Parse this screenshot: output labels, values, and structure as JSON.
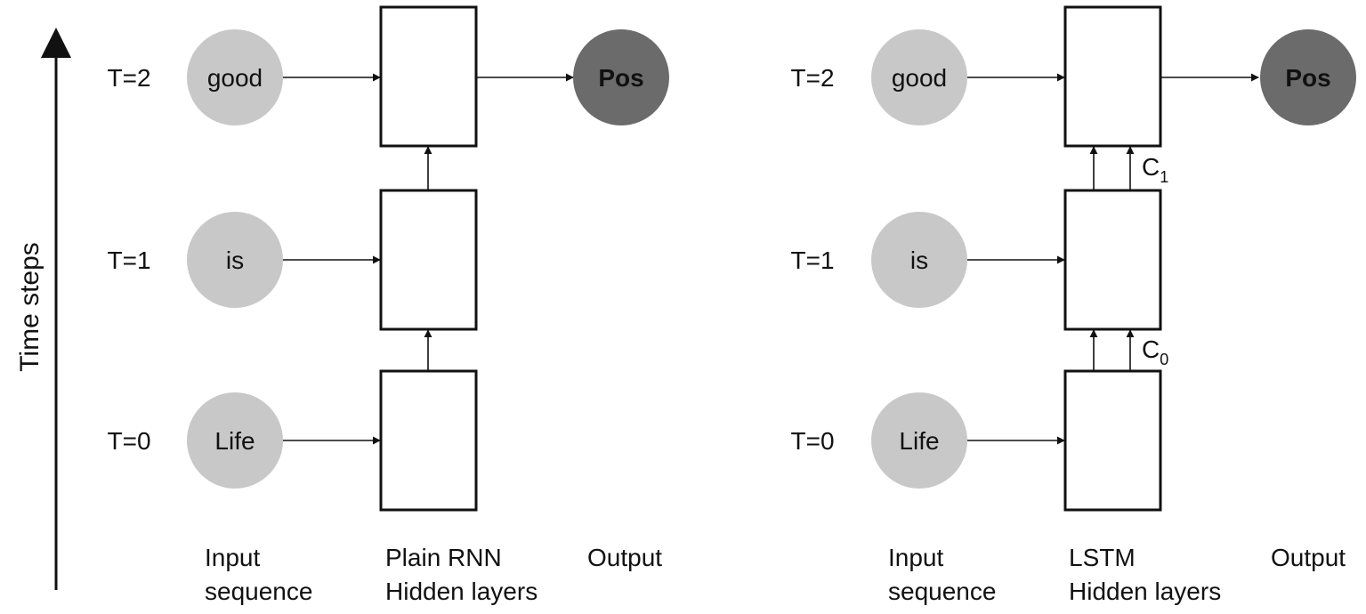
{
  "axis": {
    "title": "Time steps"
  },
  "time_labels": [
    "T=2",
    "T=1",
    "T=0"
  ],
  "panels": [
    {
      "id": "rnn",
      "inputs": [
        "good",
        "is",
        "Life"
      ],
      "output": "Pos",
      "captions": {
        "input": [
          "Input",
          "sequence"
        ],
        "hidden": [
          "Plain RNN",
          "Hidden layers"
        ],
        "output": [
          "Output"
        ]
      }
    },
    {
      "id": "lstm",
      "inputs": [
        "good",
        "is",
        "Life"
      ],
      "output": "Pos",
      "cell_states": [
        {
          "letter": "C",
          "sub": "1"
        },
        {
          "letter": "C",
          "sub": "0"
        }
      ],
      "captions": {
        "input": [
          "Input",
          "sequence"
        ],
        "hidden": [
          "LSTM",
          "Hidden layers"
        ],
        "output": [
          "Output"
        ]
      }
    }
  ],
  "colors": {
    "input_node": "#c8c8c8",
    "output_node": "#6b6b6b",
    "stroke": "#111111"
  }
}
